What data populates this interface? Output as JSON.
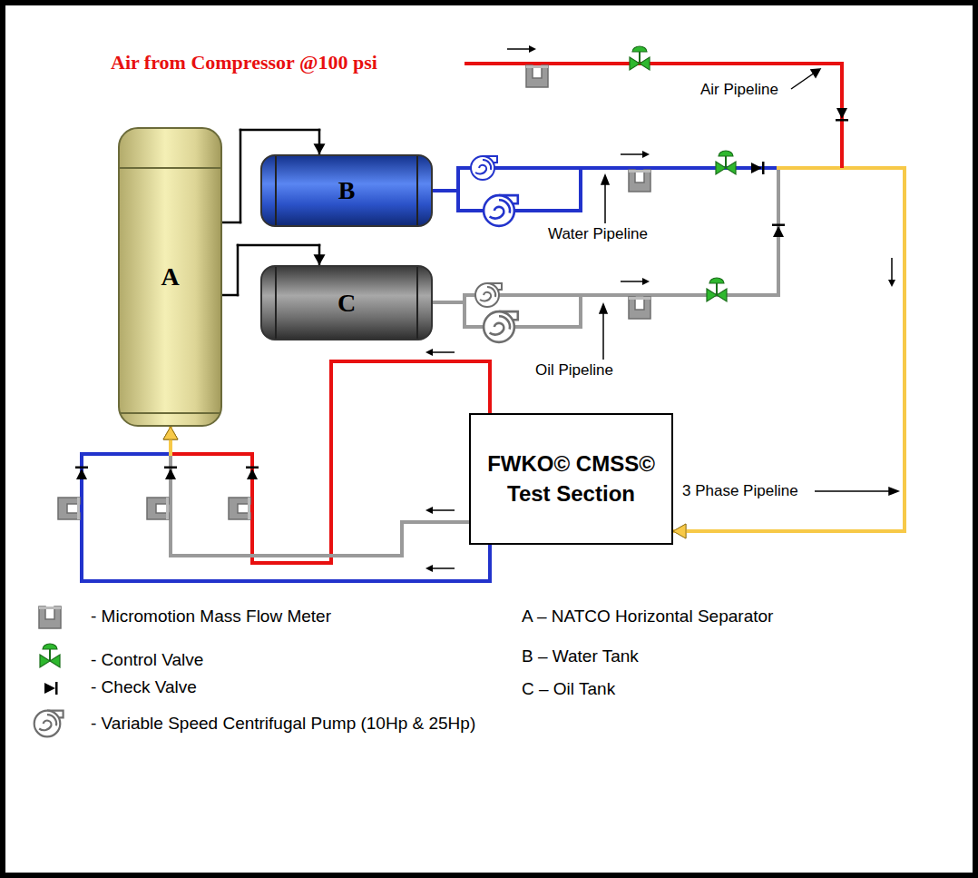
{
  "diagram": {
    "nodes": [
      {
        "text": [
          "A"
        ]
      },
      {
        "text": [
          "B"
        ]
      },
      {
        "text": [
          "C"
        ]
      },
      {
        "text": [
          "FWKO© CMSS© Test Section"
        ]
      }
    ],
    "edges": [
      {
        "from": 0,
        "to": 1,
        "arrow": "to"
      },
      {
        "from": 0,
        "to": 2,
        "arrow": "to"
      },
      {
        "from": 1,
        "to": 3,
        "arrow": "to"
      },
      {
        "from": 2,
        "to": 3,
        "arrow": "to"
      },
      {
        "from": 3,
        "to": 0,
        "arrow": "to"
      },
      {
        "from": 3,
        "to": 0,
        "arrow": "to"
      },
      {
        "from": 3,
        "to": 0,
        "arrow": "to"
      }
    ],
    "labels": [
      "Air from Compressor @100 psi",
      "Air Pipeline",
      "Water Pipeline",
      "Oil Pipeline",
      "3 Phase Pipeline",
      "A – NATCO Horizontal Separator",
      "B – Water Tank",
      "C – Oil Tank"
    ],
    "legend": [
      {
        "text": "- Micromotion Mass Flow Meter"
      },
      {
        "text": "- Control Valve"
      },
      {
        "text": "- Check Valve"
      },
      {
        "text": "- Variable Speed Centrifugal Pump (10Hp & 25Hp)"
      }
    ]
  }
}
